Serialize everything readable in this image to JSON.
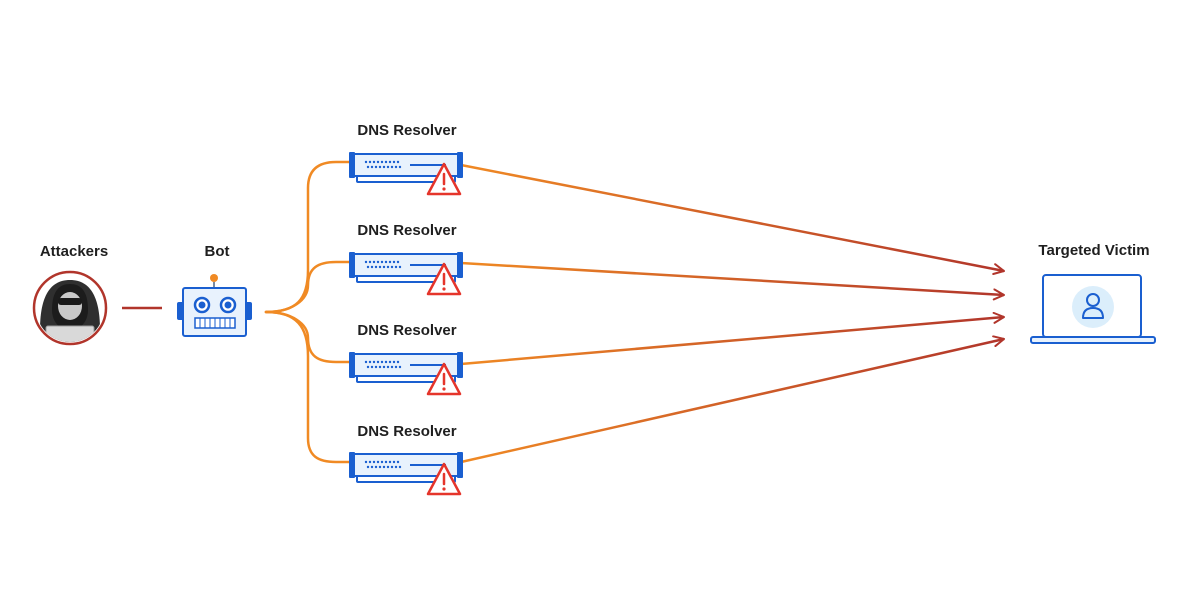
{
  "diagram": {
    "attackers": {
      "label": "Attackers"
    },
    "bot": {
      "label": "Bot"
    },
    "resolvers": [
      {
        "label": "DNS Resolver"
      },
      {
        "label": "DNS Resolver"
      },
      {
        "label": "DNS Resolver"
      },
      {
        "label": "DNS Resolver"
      }
    ],
    "victim": {
      "label": "Targeted Victim"
    }
  },
  "colors": {
    "attacker_ring": "#b1352b",
    "attack_line": "#b1352b",
    "bot_branch": "#f08a24",
    "server_blue": "#1a5fd0",
    "server_fill": "#e8f2fd",
    "warning_red": "#e5352b",
    "victim_blue": "#1a5fd0"
  },
  "icons": [
    "hooded-attacker-icon",
    "robot-icon",
    "server-icon",
    "warning-icon",
    "laptop-icon",
    "user-icon"
  ]
}
